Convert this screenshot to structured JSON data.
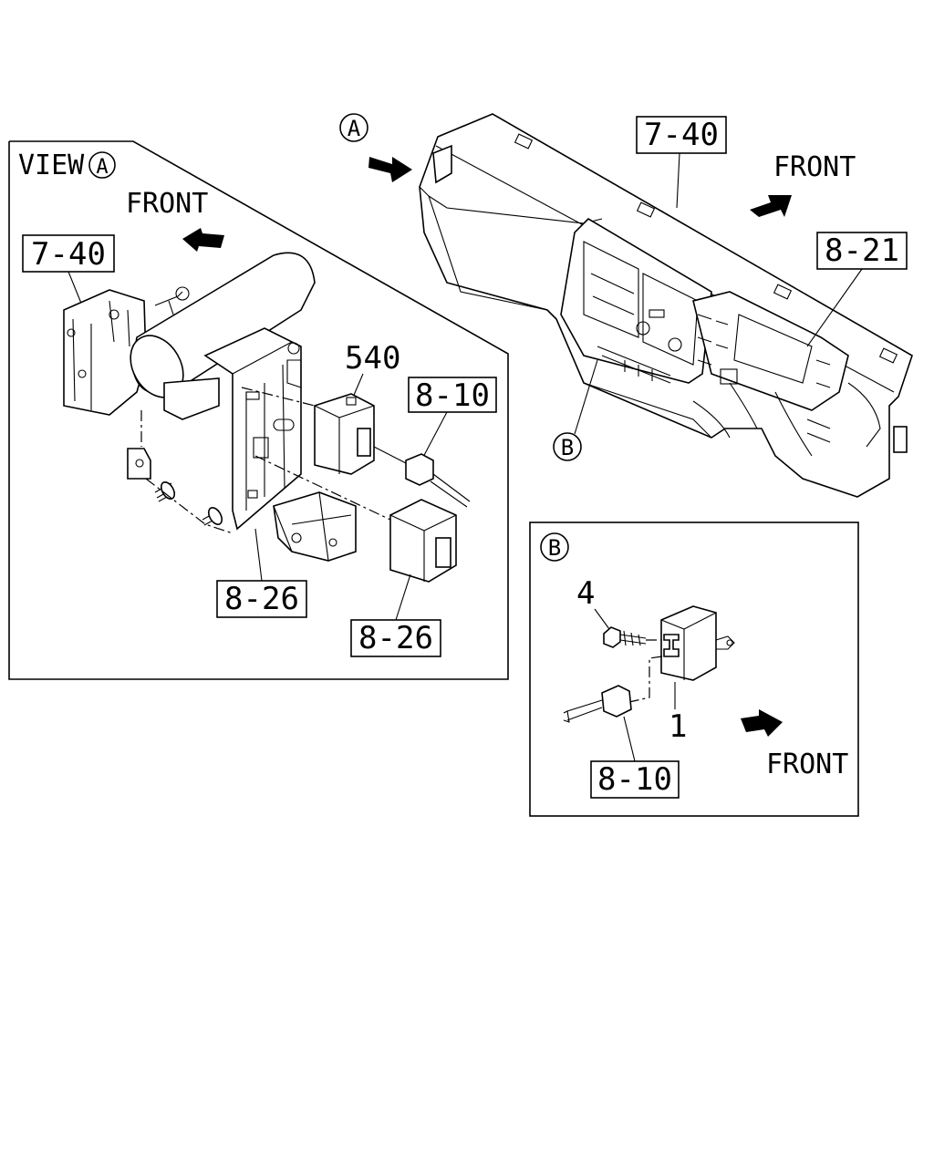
{
  "callouts": {
    "view_a_label": "VIEW",
    "circle_a": "A",
    "circle_b": "B",
    "front_view_a": "FRONT",
    "front_main": "FRONT",
    "front_inset_b": "FRONT",
    "ref_7_40_view": "7-40",
    "ref_7_40_main": "7-40",
    "ref_8_21": "8-21",
    "ref_8_10_view": "8-10",
    "ref_8_26_bracket": "8-26",
    "ref_8_26_unit": "8-26",
    "ref_8_10_inset": "8-10",
    "part_540": "540",
    "part_4": "4",
    "part_1": "1"
  }
}
